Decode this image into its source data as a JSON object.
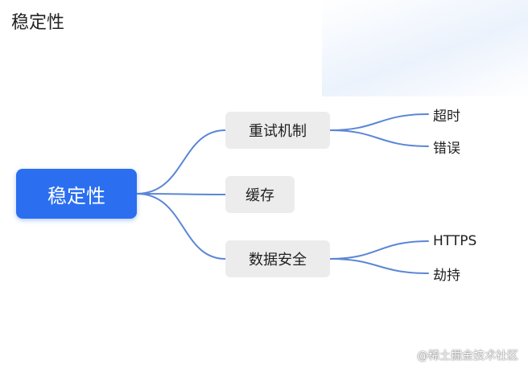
{
  "page": {
    "title": "稳定性",
    "watermark": "@稀土掘金技术社区"
  },
  "colors": {
    "root_fill": "#2b6ff0",
    "branch_fill": "#ececec",
    "connector": "#5b86d6"
  },
  "mindmap": {
    "root": {
      "label": "稳定性"
    },
    "branches": [
      {
        "label": "重试机制",
        "children": [
          "超时",
          "错误"
        ]
      },
      {
        "label": "缓存",
        "children": []
      },
      {
        "label": "数据安全",
        "children": [
          "HTTPS",
          "劫持"
        ]
      }
    ]
  }
}
